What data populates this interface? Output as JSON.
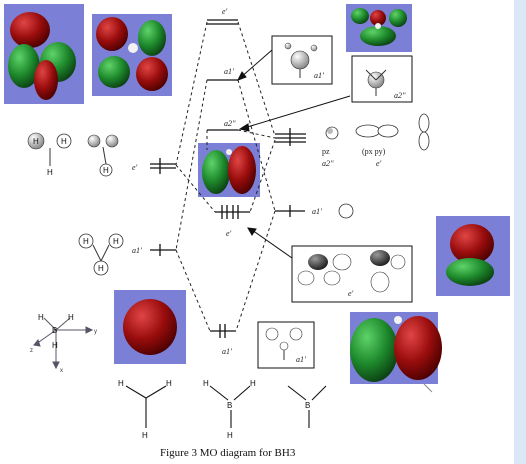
{
  "caption": "Figure 3 MO diagram for BH3",
  "mo_labels": {
    "e_top": "e'",
    "a1_upper": "a1'",
    "a2_upper": "a2''",
    "e_left": "e'",
    "a1_left": "a1'",
    "e_mid": "e'",
    "a1_low": "a1'",
    "a1_right": "a1'",
    "box_a1_top": "a1'",
    "box_a2": "a2''",
    "box_e": "e'",
    "box_a1_low": "a1'"
  },
  "boron_ao": {
    "pz": "pz",
    "pz_sym": "a2''",
    "pxpy": "(px py)",
    "pxpy_sym": "e'"
  },
  "atoms": {
    "H": "H",
    "B": "B"
  },
  "axes": {
    "x": "x",
    "y": "y",
    "z": "z"
  },
  "colors": {
    "lobe_red": "#8b0a0a",
    "lobe_green": "#1f7f2a",
    "panel_bg": "#7b7fd6"
  }
}
